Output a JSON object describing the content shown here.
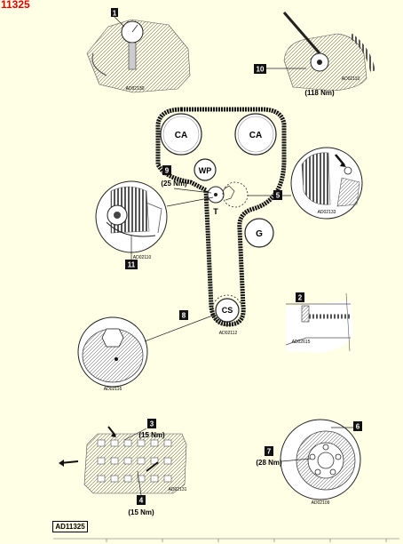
{
  "header_code": "11325",
  "reference": "AD11325",
  "colors": {
    "background": "#ffffe6",
    "header": "#e00000",
    "ink": "#000000",
    "drawing": "#666666"
  },
  "components": {
    "camshaft_left": "CA",
    "camshaft_right": "CA",
    "water_pump": "WP",
    "tensioner": "T",
    "idler": "G",
    "crankshaft": "CS"
  },
  "callouts": {
    "c1": "1",
    "c2": "2",
    "c3": "3",
    "c4": "4",
    "c5": "5",
    "c6": "6",
    "c7": "7",
    "c8": "8",
    "c9": "9",
    "c10": "10",
    "c11": "11"
  },
  "torques": {
    "c3": "(15 Nm)",
    "c4": "(15 Nm)",
    "c7": "(28 Nm)",
    "c9": "(25 Nm)",
    "c10": "(118 Nm)"
  },
  "figure_codes": {
    "fig1": "AD02130",
    "fig2": "AD02615",
    "fig3": "AD02131",
    "fig5": "AD02133",
    "fig6": "AD02109",
    "fig8": "AD02112",
    "fig8_pulley": "AD02116",
    "fig10": "AD02110",
    "fig11": "AD02110"
  }
}
